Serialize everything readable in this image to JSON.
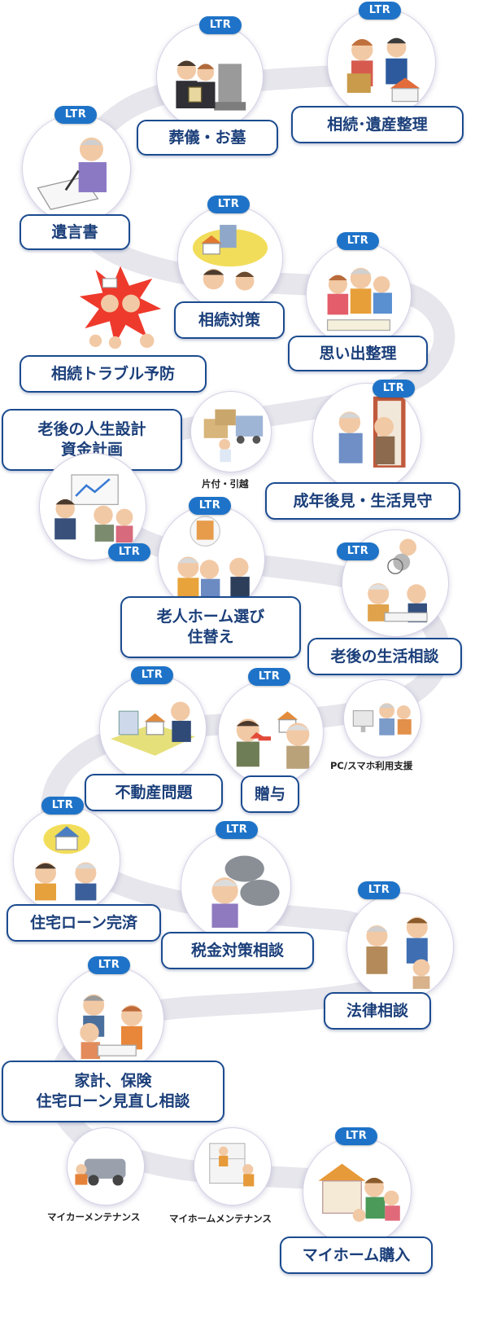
{
  "badge": "LTR",
  "services": {
    "funeral": "葬儀・お墓",
    "inheritance_sort": "相続･遺産整理",
    "will": "遺言書",
    "inheritance_measures": "相続対策",
    "memories": "思い出整理",
    "inheritance_trouble": "相続トラブル予防",
    "life_plan": "老後の人生設計\n資金計画",
    "tidy_move": "片付・引越",
    "guardianship": "成年後見・生活見守",
    "nursing_home": "老人ホーム選び\n住替え",
    "elder_life": "老後の生活相談",
    "real_estate": "不動産問題",
    "gift": "贈与",
    "pc_support": "PC/スマホ利用支援",
    "loan_complete": "住宅ローン完済",
    "tax": "税金対策相談",
    "legal": "法律相談",
    "household": "家計、保険\n住宅ローン見直し相談",
    "car_maint": "マイカーメンテナンス",
    "home_maint": "マイホームメンテナンス",
    "home_buy": "マイホーム購入"
  },
  "colors": {
    "badge": "#1e73c8",
    "pill_border": "#1b4b8f",
    "pill_text": "#1b3f7a",
    "path": "#e6e6ec"
  }
}
